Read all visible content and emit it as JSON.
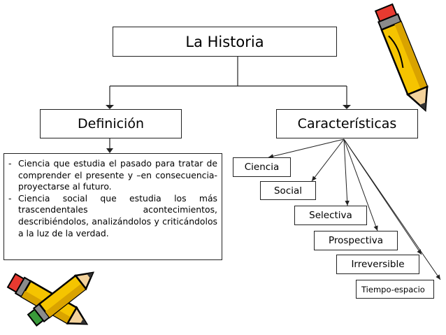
{
  "title": "La Historia",
  "branches": {
    "definicion": {
      "label": "Definición",
      "items": [
        "Ciencia que estudia el pasado para tratar de comprender el presente y –en consecuencia- proyectarse al futuro.",
        "Ciencia social que estudia los más trascendentales acontecimientos, describiéndolos, analizándolos y criticándolos a la luz de la verdad."
      ]
    },
    "caracteristicas": {
      "label": "Características",
      "items": [
        "Ciencia",
        "Social",
        "Selectiva",
        "Prospectiva",
        "Irreversible",
        "Tiempo-espacio"
      ]
    }
  },
  "colors": {
    "line": "#222222",
    "pencil_body": "#f5c400",
    "pencil_shadow": "#d9a300",
    "pencil_wood": "#f3d29b",
    "pencil_eraser": "#e83a30",
    "pencil_ferrule": "#8a8a8a"
  },
  "icons": [
    "pencil-icon"
  ]
}
